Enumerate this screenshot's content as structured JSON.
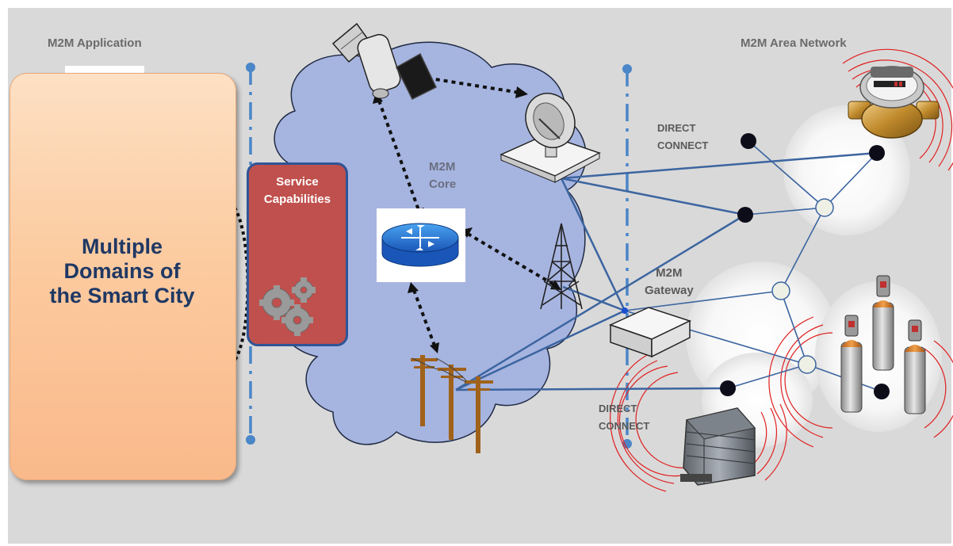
{
  "labels": {
    "m2m_application": "M2M Application",
    "m2m_area_network": "M2M Area Network",
    "m2m_core": "M2M\nCore",
    "m2m_gateway": "M2M\nGateway",
    "direct_connect_top": "DIRECT\nCONNECT",
    "direct_connect_bottom": "DIRECT\nCONNECT",
    "domains": "Multiple\nDomains of\nthe Smart City",
    "service_capabilities": "Service\nCapabilities"
  },
  "icons": {
    "satellite": "satellite-icon",
    "dish": "satellite-dish-icon",
    "router": "router-icon",
    "tower": "cell-tower-icon",
    "poles": "utility-pole-icon",
    "gateway": "gateway-box-icon",
    "gears": "gears-icon",
    "water_meter": "water-meter-icon",
    "gas_cylinders": "gas-cylinder-icon",
    "tank": "storage-tank-icon"
  },
  "colors": {
    "panel": "#d9d9d9",
    "cloud": "#a6b4e0",
    "divider": "#4a86c8",
    "link": "#3c65a0",
    "service_box": "#c0504d",
    "domains_text": "#1f3864",
    "signal_rings": "#e02020"
  }
}
